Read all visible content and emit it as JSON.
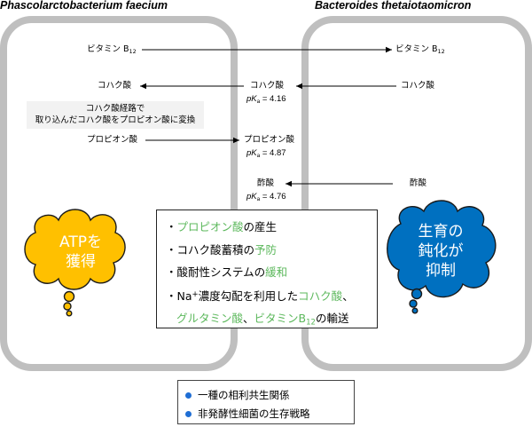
{
  "left_title": "Phascolarctobacterium faecium",
  "right_title": "Bacteroides thetaiotaomicron",
  "vitamin": {
    "base": "ビタミン B",
    "sub": "12"
  },
  "succinate": "コハク酸",
  "propionate": "プロピオン酸",
  "acetate": "酢酸",
  "pka": {
    "p": "p",
    "k": "K",
    "a": "a",
    "succinate": " = 4.16",
    "propionate": " = 4.87",
    "acetate": " = 4.76"
  },
  "note": {
    "line1": "コハク酸経路で",
    "line2": "取り込んだコハク酸をプロピオン酸に変換"
  },
  "atp_bubble": {
    "line1": "ATPを",
    "line2": "獲得",
    "color": "#ffc000"
  },
  "growth_bubble": {
    "line1": "生育の",
    "line2": "鈍化が",
    "line3": "抑制",
    "color": "#0070c0"
  },
  "center": {
    "bullet": "・",
    "l1": {
      "a": "プロピオン酸",
      "b": "の産生"
    },
    "l2": {
      "a": "コハク酸蓄積の",
      "b": "予防"
    },
    "l3": {
      "a": "酸耐性システムの",
      "b": "緩和"
    },
    "l4": {
      "a": "Na",
      "sup": "+",
      "b": "濃度勾配を利用した",
      "c": "コハク酸",
      "d": "、"
    },
    "l5": {
      "a": "グルタミン酸",
      "b": "、",
      "c": "ビタミンB",
      "sub": "12",
      "d": "の輸送"
    },
    "highlight_color": "#5cb85c"
  },
  "bottom": {
    "items": [
      "一種の相利共生関係",
      "非発酵性細菌の生存戦略"
    ],
    "bullet_color": "#1f6ed4"
  }
}
